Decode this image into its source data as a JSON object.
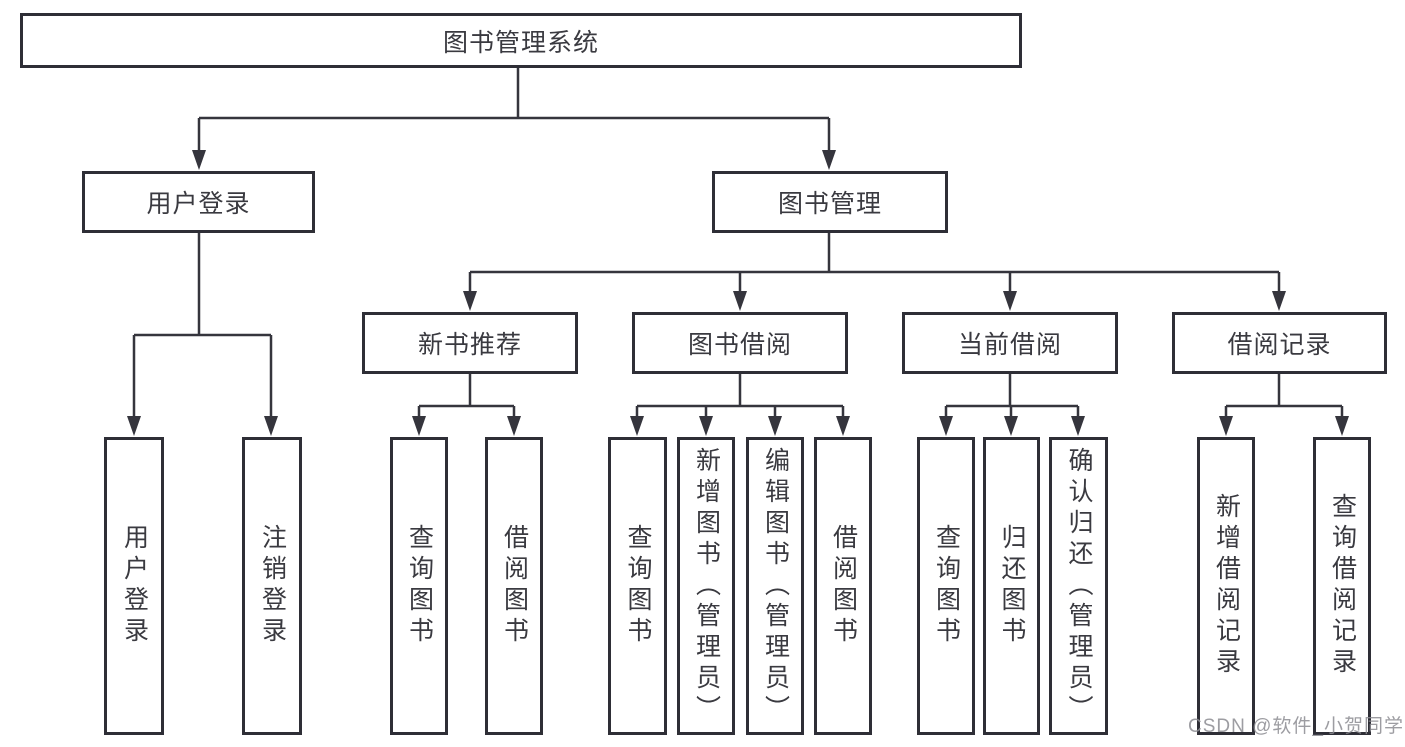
{
  "diagram": {
    "title": "图书管理系统",
    "tree": {
      "label": "图书管理系统",
      "children": [
        {
          "label": "用户登录",
          "children": [
            {
              "label": "用户登录"
            },
            {
              "label": "注销登录"
            }
          ]
        },
        {
          "label": "图书管理",
          "children": [
            {
              "label": "新书推荐",
              "children": [
                {
                  "label": "查询图书"
                },
                {
                  "label": "借阅图书"
                }
              ]
            },
            {
              "label": "图书借阅",
              "children": [
                {
                  "label": "查询图书"
                },
                {
                  "label": "新增图书（管理员）"
                },
                {
                  "label": "编辑图书（管理员）"
                },
                {
                  "label": "借阅图书"
                }
              ]
            },
            {
              "label": "当前借阅",
              "children": [
                {
                  "label": "查询图书"
                },
                {
                  "label": "归还图书"
                },
                {
                  "label": "确认归还（管理员）"
                }
              ]
            },
            {
              "label": "借阅记录",
              "children": [
                {
                  "label": "新增借阅记录"
                },
                {
                  "label": "查询借阅记录"
                }
              ]
            }
          ]
        }
      ]
    },
    "colors": {
      "line": "#35353d",
      "box_border": "#2e2e36",
      "box_fill": "#ffffff",
      "text": "#3a3a40",
      "watermark": "#8c8c92"
    }
  },
  "watermark": {
    "text": "CSDN @软件_小贺同学"
  }
}
